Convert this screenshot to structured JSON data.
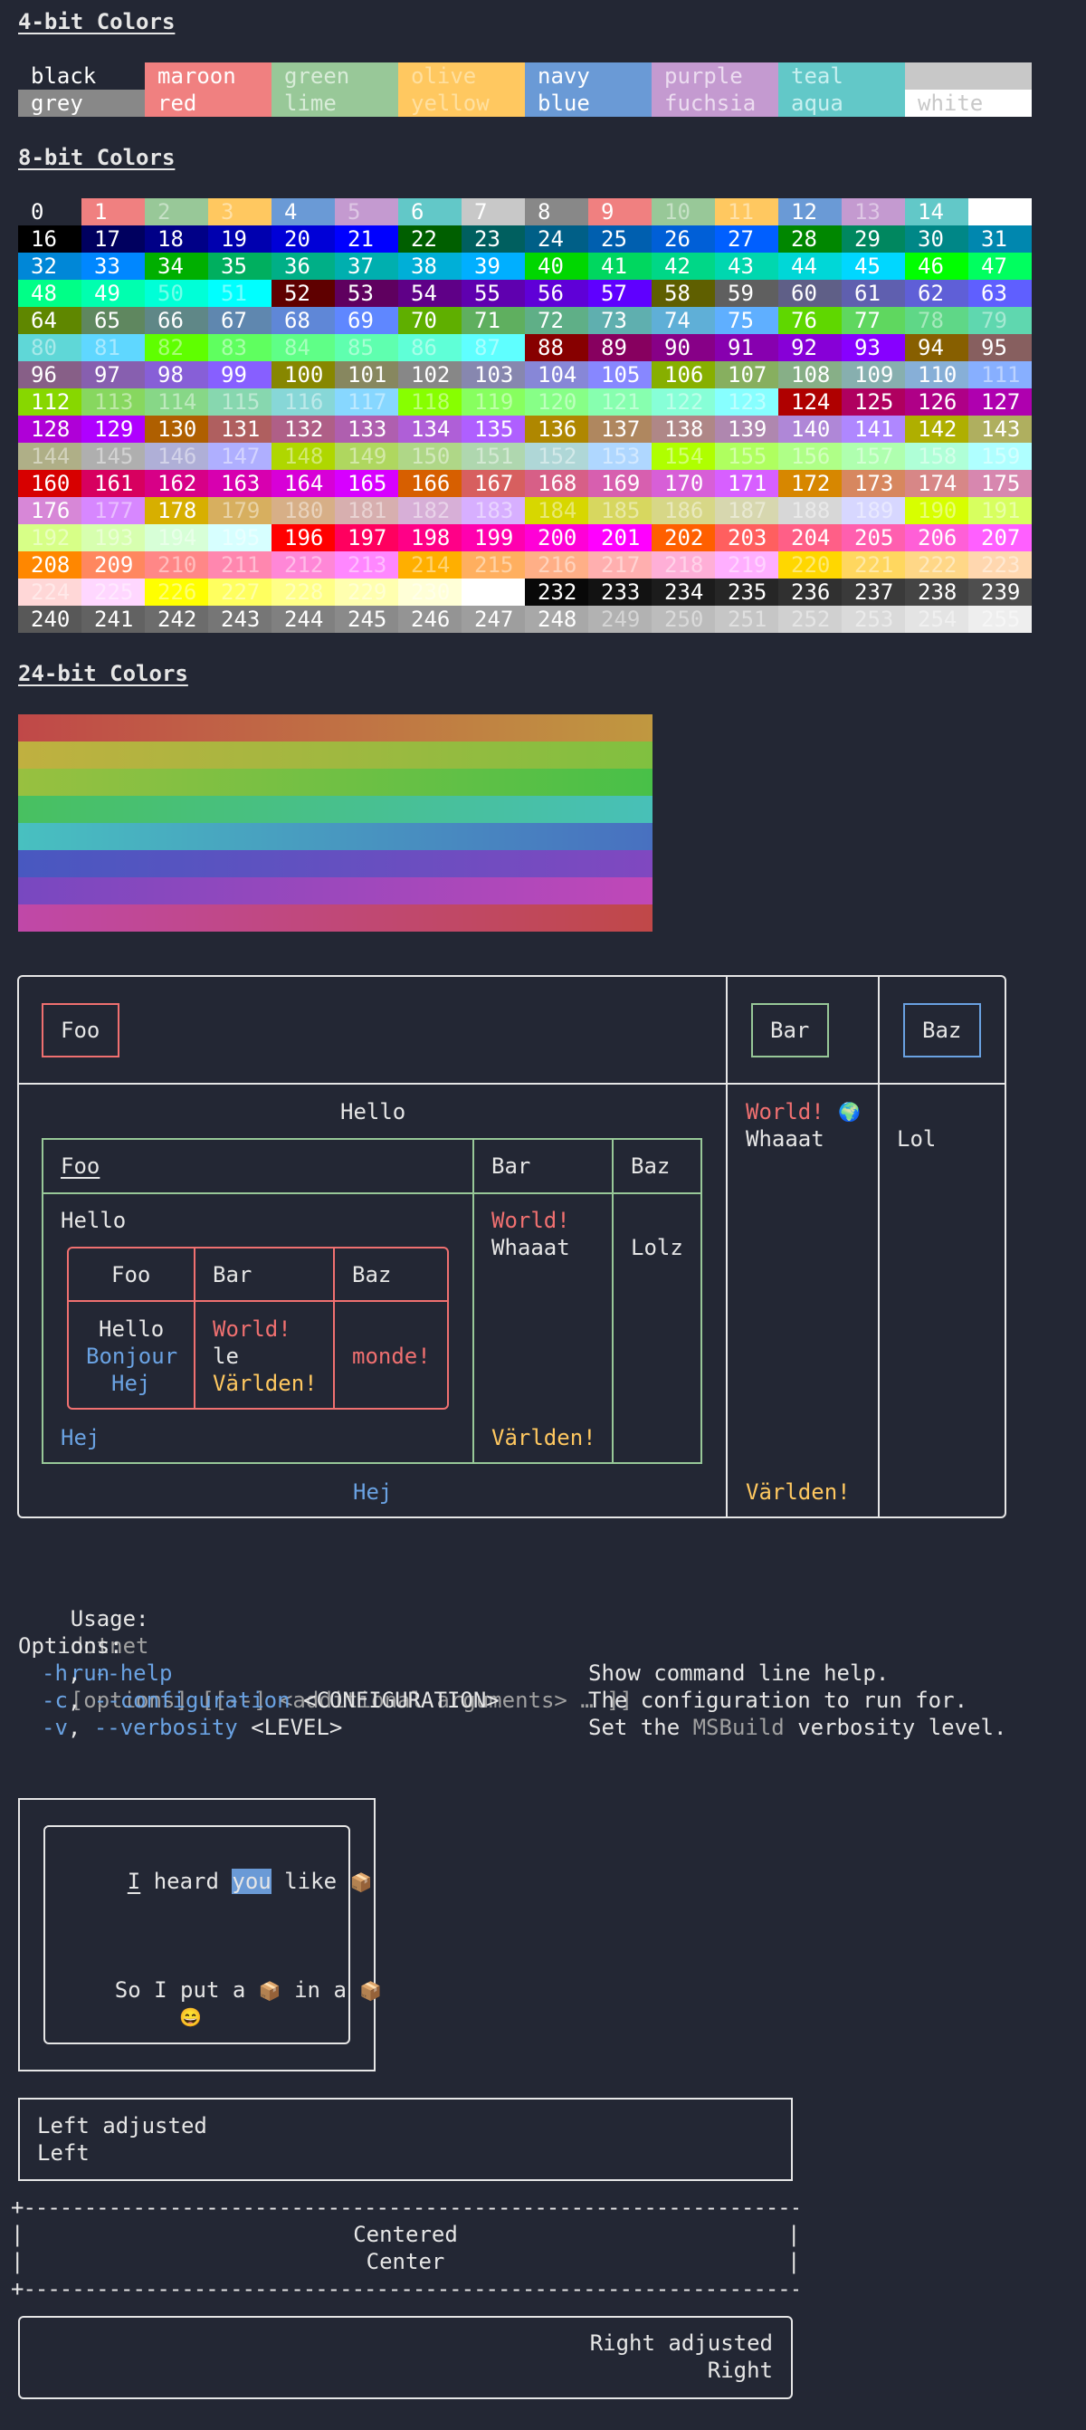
{
  "headings": {
    "four_bit": "4-bit Colors",
    "eight_bit": "8-bit Colors",
    "twenty_four_bit": "24-bit Colors"
  },
  "four_bit": {
    "row1": [
      {
        "label": "black",
        "bg": "#232734",
        "fg": "#ffffff"
      },
      {
        "label": "maroon",
        "bg": "#f08080",
        "fg": "#ffffff"
      },
      {
        "label": "green",
        "bg": "#98c898",
        "fg": "#d8ecd8"
      },
      {
        "label": "olive",
        "bg": "#ffc860",
        "fg": "#ffe0a0"
      },
      {
        "label": "navy",
        "bg": "#6a9ad6",
        "fg": "#ffffff"
      },
      {
        "label": "purple",
        "bg": "#c49ad0",
        "fg": "#ecdcf0"
      },
      {
        "label": "teal",
        "bg": "#62c8c8",
        "fg": "#c8f0f0"
      },
      {
        "label": "",
        "bg": "#c8c8c8",
        "fg": "#ffffff"
      }
    ],
    "row2": [
      {
        "label": "grey",
        "bg": "#888888",
        "fg": "#ffffff"
      },
      {
        "label": "red",
        "bg": "#f08080",
        "fg": "#ffffff"
      },
      {
        "label": "lime",
        "bg": "#98c898",
        "fg": "#d8ecd8"
      },
      {
        "label": "yellow",
        "bg": "#ffc860",
        "fg": "#ffe0a0"
      },
      {
        "label": "blue",
        "bg": "#6a9ad6",
        "fg": "#ffffff"
      },
      {
        "label": "fuchsia",
        "bg": "#c49ad0",
        "fg": "#ecdcf0"
      },
      {
        "label": "aqua",
        "bg": "#62c8c8",
        "fg": "#c8f0f0"
      },
      {
        "label": "white",
        "bg": "#ffffff",
        "fg": "#c8c8c8"
      }
    ]
  },
  "eight_bit_first16": [
    "#232734",
    "#f08080",
    "#98c898",
    "#ffc860",
    "#6a9ad6",
    "#c49ad0",
    "#62c8c8",
    "#c8c8c8",
    "#888888",
    "#f08080",
    "#98c898",
    "#ffc860",
    "#6a9ad6",
    "#c49ad0",
    "#62c8c8",
    "#ffffff"
  ],
  "eight_bit_count": 256,
  "twenty_four_bit_bands": [
    [
      "#c04848",
      "#c09840"
    ],
    [
      "#c0b040",
      "#80c040"
    ],
    [
      "#98c040",
      "#48c048"
    ],
    [
      "#48c060",
      "#48c0b8"
    ],
    [
      "#48c0c0",
      "#4870c0"
    ],
    [
      "#4858c0",
      "#8048c0"
    ],
    [
      "#7848c0",
      "#c048b8"
    ],
    [
      "#c048a8",
      "#c04848"
    ]
  ],
  "table": {
    "header": {
      "foo": "Foo",
      "bar": "Bar",
      "baz": "Baz"
    },
    "hello": "Hello",
    "hej": "Hej",
    "world": "World!",
    "whaaat": "Whaaat",
    "varlden": "Världen!",
    "lol": "Lol",
    "globe": "🌍",
    "inner": {
      "foo": "Foo",
      "bar": "Bar",
      "baz": "Baz",
      "hello": "Hello",
      "world": "World!",
      "whaaat": "Whaaat",
      "lolz": "Lolz",
      "hej": "Hej",
      "varlden": "Världen!"
    },
    "innermost": {
      "foo": "Foo",
      "bar": "Bar",
      "baz": "Baz",
      "hello": "Hello",
      "bonjour": "Bonjour",
      "hej": "Hej",
      "world": "World!",
      "le": "le",
      "varlden": "Världen!",
      "monde": "monde!"
    }
  },
  "usage": {
    "label": "Usage:",
    "cmd": "dotnet",
    "sub": "run",
    "rest": "[options] [[--] <additional arguments> … ]]",
    "options_label": "Options:",
    "options": [
      {
        "short": "-h",
        "long": "--help",
        "arg": "",
        "desc_a": "Show command line help.",
        "desc_hl": "",
        "desc_b": ""
      },
      {
        "short": "-c",
        "long": "--configuration",
        "arg": "<CONFIGURATION>",
        "desc_a": "The configuration to run for.",
        "desc_hl": "",
        "desc_b": ""
      },
      {
        "short": "-v",
        "long": "--verbosity",
        "arg": "<LEVEL>",
        "desc_a": "Set the ",
        "desc_hl": "MSBuild",
        "desc_b": " verbosity level."
      }
    ]
  },
  "emoji_panel": {
    "line1_a": "I",
    "line1_b": " heard ",
    "line1_c": "you",
    "line1_d": " like ",
    "line2_a": "So I put a ",
    "line2_b": " in a ",
    "box_icon": "📦",
    "grin": "😄"
  },
  "panels": {
    "left": [
      "Left adjusted",
      "Left"
    ],
    "center": [
      "Centered",
      "Center"
    ],
    "right": [
      "Right adjusted",
      "Right"
    ]
  }
}
